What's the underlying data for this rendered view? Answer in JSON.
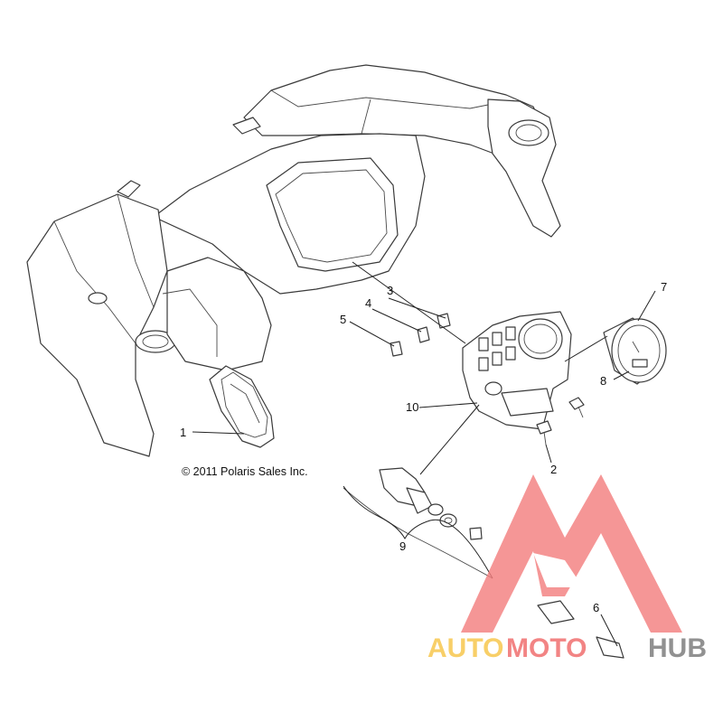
{
  "copyright": "© 2011 Polaris Sales Inc.",
  "callouts": [
    "1",
    "2",
    "3",
    "4",
    "5",
    "6",
    "7",
    "8",
    "9",
    "10"
  ],
  "watermark": {
    "part1": "AUTO",
    "part2": "MOTO",
    "part3": "HUB",
    "colors": {
      "auto": "#f7c548",
      "moto": "#f06a6a",
      "hub": "#7a7a7a",
      "logo": "#f47f7f"
    }
  }
}
